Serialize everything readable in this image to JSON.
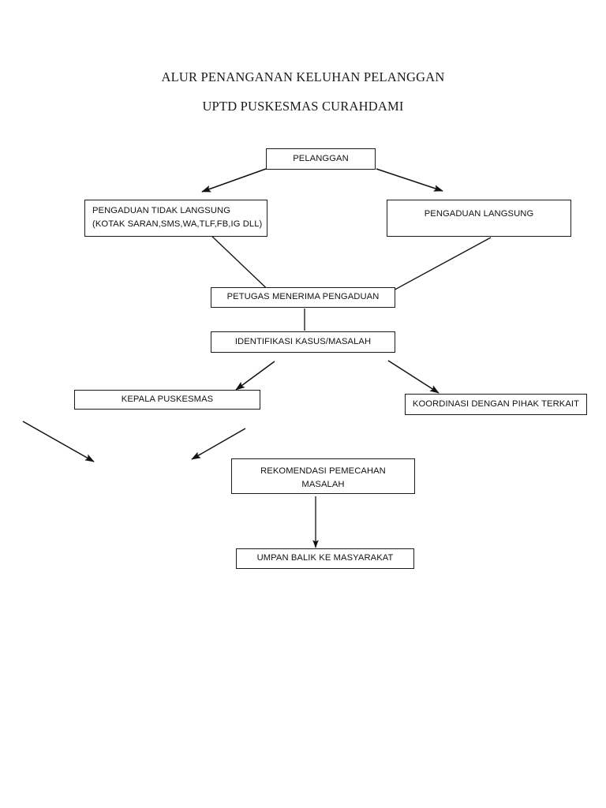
{
  "document": {
    "title_line_1": "ALUR PENANGANAN KELUHAN PELANGGAN",
    "title_line_2": "UPTD PUSKESMAS CURAHDAMI"
  },
  "diagram": {
    "type": "flowchart",
    "stroke_color": "#111111",
    "background_color": "#ffffff",
    "nodes": [
      {
        "id": "pelanggan",
        "label": "PELANGGAN"
      },
      {
        "id": "pengaduan_tidak_langsung",
        "label": "PENGADUAN TIDAK LANGSUNG\n(KOTAK SARAN,SMS,WA,TLF,FB,IG DLL)"
      },
      {
        "id": "pengaduan_langsung",
        "label": "PENGADUAN LANGSUNG"
      },
      {
        "id": "petugas",
        "label": "PETUGAS MENERIMA PENGADUAN"
      },
      {
        "id": "identifikasi",
        "label": "IDENTIFIKASI KASUS/MASALAH"
      },
      {
        "id": "kepala_puskesmas",
        "label": "KEPALA PUSKESMAS"
      },
      {
        "id": "koordinasi",
        "label": "KOORDINASI DENGAN PIHAK TERKAIT"
      },
      {
        "id": "rekomendasi",
        "label": "REKOMENDASI PEMECAHAN\nMASALAH"
      },
      {
        "id": "umpan_balik",
        "label": "UMPAN BALIK KE MASYARAKAT"
      }
    ],
    "edges": [
      {
        "id": "e1",
        "from": "pelanggan",
        "to": "pengaduan_tidak_langsung",
        "arrowhead": true
      },
      {
        "id": "e2",
        "from": "pelanggan",
        "to": "pengaduan_langsung",
        "arrowhead": true
      },
      {
        "id": "e3",
        "from": "pengaduan_tidak_langsung",
        "to": "petugas",
        "arrowhead": false
      },
      {
        "id": "e4",
        "from": "pengaduan_langsung",
        "to": "petugas",
        "arrowhead": false
      },
      {
        "id": "e5",
        "from": "petugas",
        "to": "identifikasi",
        "arrowhead": false
      },
      {
        "id": "e6",
        "from": "identifikasi",
        "to": "kepala_puskesmas",
        "arrowhead": true
      },
      {
        "id": "e7",
        "from": "identifikasi",
        "to": "koordinasi",
        "arrowhead": true
      },
      {
        "id": "e8",
        "from": "kepala_puskesmas",
        "to": "rekomendasi",
        "arrowhead": true
      },
      {
        "id": "e9",
        "from": "unlabeled-left",
        "to": "unlabeled-left-target",
        "arrowhead": true
      },
      {
        "id": "e10",
        "from": "rekomendasi",
        "to": "umpan_balik",
        "arrowhead": true
      }
    ]
  }
}
